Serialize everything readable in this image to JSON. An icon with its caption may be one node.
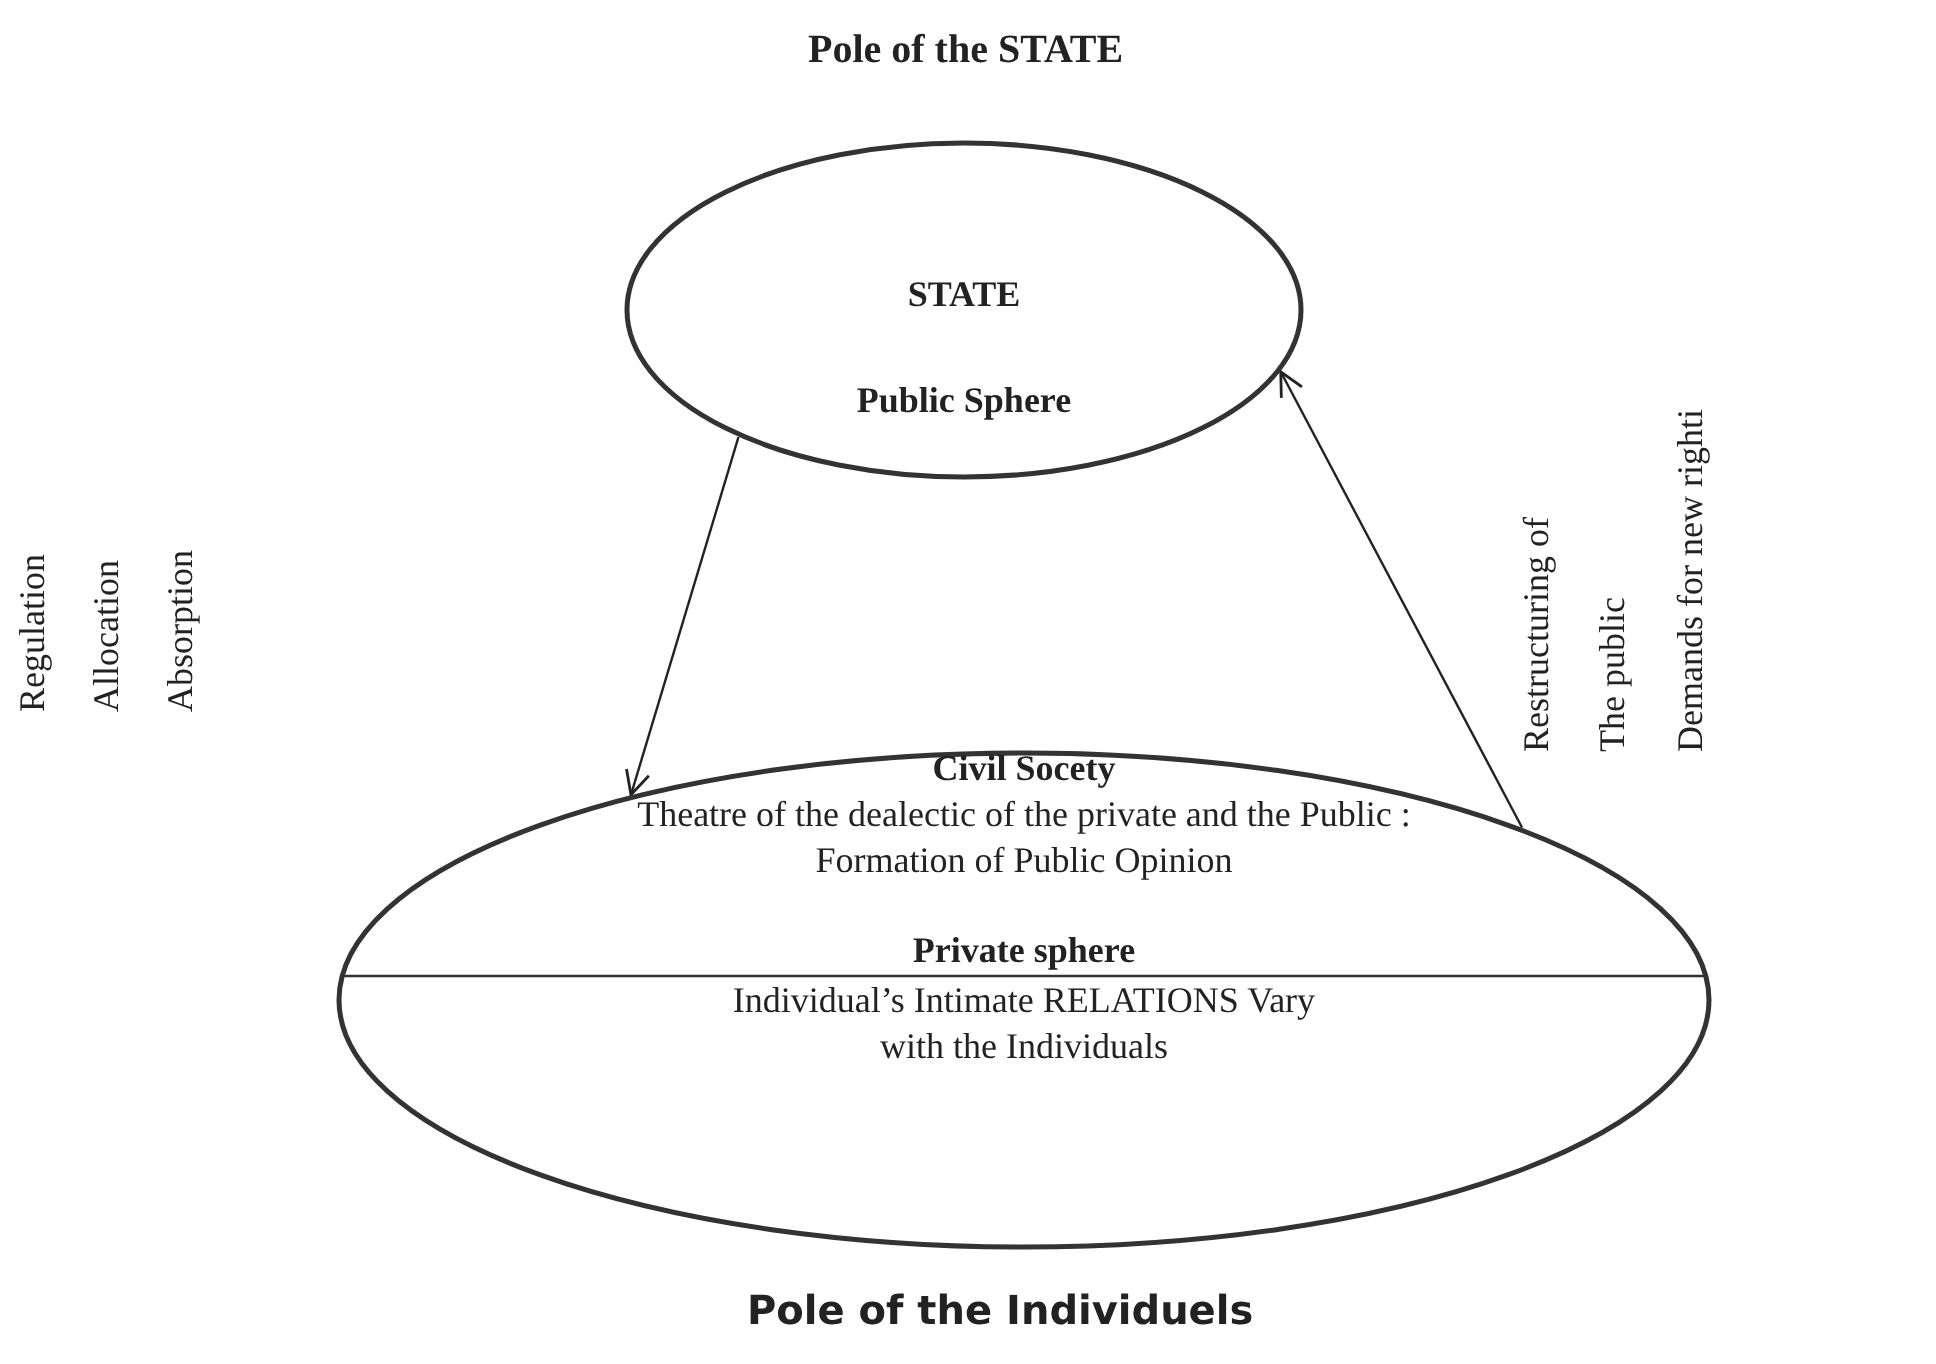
{
  "diagram": {
    "nodes": [
      {
        "text": [
          "STATE",
          "Public Sphere"
        ]
      },
      {
        "text": [
          "Civil Socety",
          "Theatre of the dealectic of the private and the Public : Formation of Public Opinion",
          "Private sphere",
          "Individual’s Intimate RELATIONS Vary with the Individuals"
        ]
      }
    ],
    "edges": [
      {
        "from": 0,
        "to": 1,
        "arrow": "to"
      },
      {
        "from": 1,
        "to": 0,
        "arrow": "to"
      }
    ],
    "labels": [
      "Pole of the STATE",
      "Regulation",
      "Allocation",
      "Absorption",
      "Restructuring of",
      "The public",
      "Demands for new righti",
      "Pole of the Individuels"
    ]
  }
}
